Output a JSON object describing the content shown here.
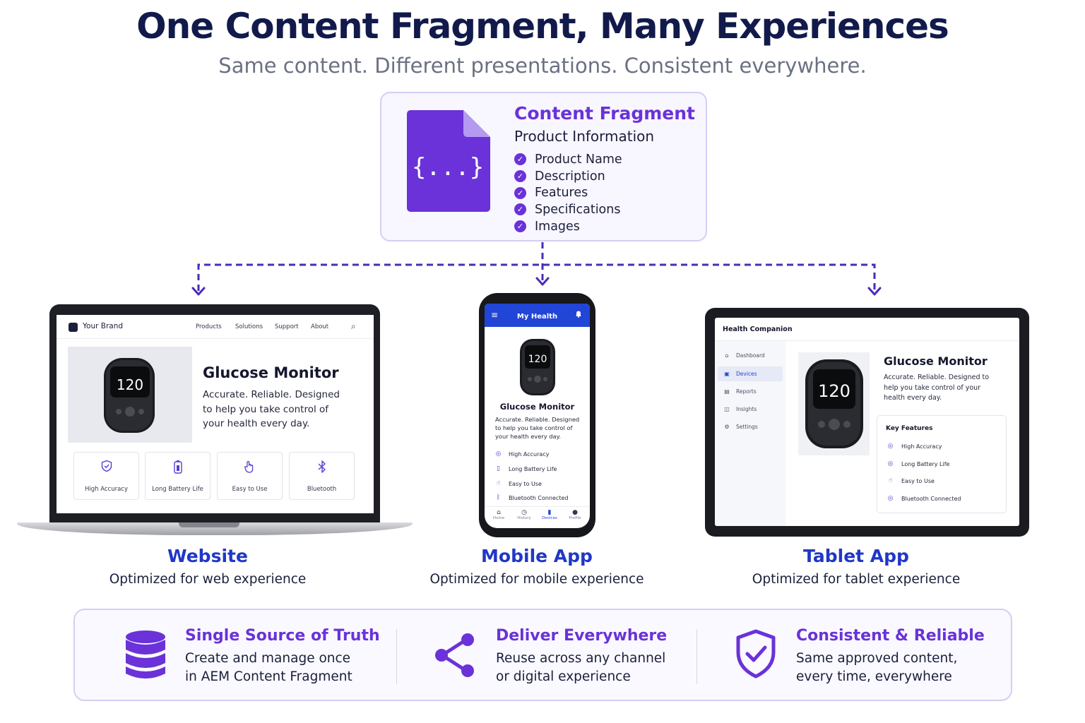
{
  "header": {
    "title": "One Content Fragment, Many Experiences",
    "subtitle": "Same content. Different presentations. Consistent everywhere."
  },
  "fragment": {
    "icon_symbol": "{...}",
    "title": "Content Fragment",
    "subtitle": "Product Information",
    "fields": [
      "Product Name",
      "Description",
      "Features",
      "Specifications",
      "Images"
    ]
  },
  "meter_reading": "120",
  "website": {
    "brand": "Your Brand",
    "nav": [
      "Products",
      "Solutions",
      "Support",
      "About"
    ],
    "product_title": "Glucose Monitor",
    "product_desc": "Accurate. Reliable. Designed to help you take control of your health every day.",
    "features": [
      {
        "icon": "shield-check-icon",
        "label": "High Accuracy"
      },
      {
        "icon": "battery-icon",
        "label": "Long Battery Life"
      },
      {
        "icon": "hand-icon",
        "label": "Easy to Use"
      },
      {
        "icon": "bluetooth-icon",
        "label": "Bluetooth"
      }
    ]
  },
  "mobile": {
    "app_title": "My Health",
    "product_title": "Glucose Monitor",
    "product_desc": "Accurate. Reliable. Designed to help you take control of your health every day.",
    "features": [
      "High Accuracy",
      "Long Battery Life",
      "Easy to Use",
      "Bluetooth Connected"
    ],
    "tabs": [
      "Home",
      "History",
      "Devices",
      "Profile"
    ],
    "active_tab": "Devices"
  },
  "tablet": {
    "app_title": "Health Companion",
    "sidebar": [
      "Dashboard",
      "Devices",
      "Reports",
      "Insights",
      "Settings"
    ],
    "active_item": "Devices",
    "product_title": "Glucose Monitor",
    "product_desc": "Accurate. Reliable. Designed to help you take control of your health every day.",
    "key_features_title": "Key Features",
    "features": [
      "High Accuracy",
      "Long Battery Life",
      "Easy to Use",
      "Bluetooth Connected"
    ]
  },
  "channels": [
    {
      "name": "Website",
      "desc": "Optimized for web experience"
    },
    {
      "name": "Mobile App",
      "desc": "Optimized for mobile experience"
    },
    {
      "name": "Tablet App",
      "desc": "Optimized for tablet experience"
    }
  ],
  "benefits": [
    {
      "icon": "database-icon",
      "title": "Single Source of Truth",
      "line1": "Create and manage once",
      "line2": "in AEM Content Fragment"
    },
    {
      "icon": "share-icon",
      "title": "Deliver Everywhere",
      "line1": "Reuse across any channel",
      "line2": "or digital experience"
    },
    {
      "icon": "shield-check-icon",
      "title": "Consistent & Reliable",
      "line1": "Same approved content,",
      "line2": "every time, everywhere"
    }
  ],
  "colors": {
    "accent_purple": "#6a32d8",
    "channel_blue": "#2137c6",
    "app_blue": "#2145d6",
    "title_navy": "#111a4a"
  }
}
